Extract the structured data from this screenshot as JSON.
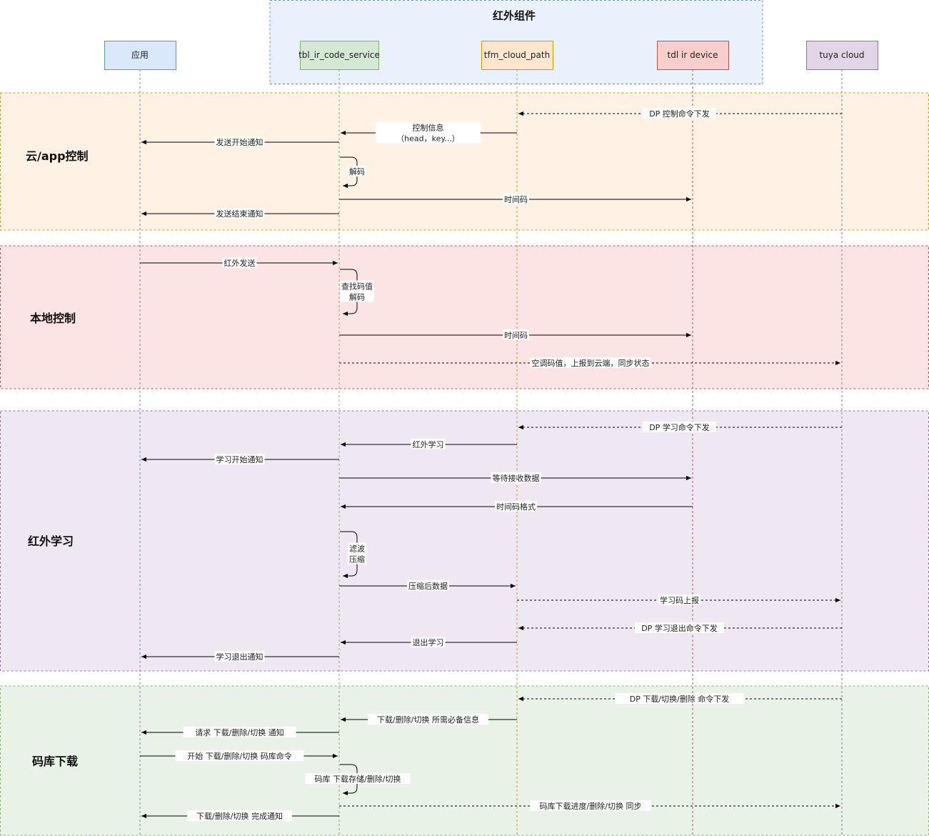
{
  "group": {
    "title": "红外组件",
    "fill": "#dae8fc",
    "stroke": "#6c8ebf"
  },
  "participants": [
    {
      "id": "app",
      "label": "应用",
      "fill": "#dae8fc",
      "stroke": "#6c8ebf"
    },
    {
      "id": "svc",
      "label": "tbl_ir_code_service",
      "fill": "#d5e8d4",
      "stroke": "#82b366"
    },
    {
      "id": "cloudp",
      "label": "tfm_cloud_path",
      "fill": "#ffe6cc",
      "stroke": "#d79b00"
    },
    {
      "id": "dev",
      "label": "tdl ir device",
      "fill": "#f8cecc",
      "stroke": "#b85450"
    },
    {
      "id": "tuya",
      "label": "tuya cloud",
      "fill": "#e1d5e7",
      "stroke": "#9673a6"
    }
  ],
  "sections": [
    {
      "title": "云/app控制",
      "fill": "#ffe6cc",
      "stroke": "#d79b00"
    },
    {
      "title": "本地控制",
      "fill": "#f8cecc",
      "stroke": "#b85450"
    },
    {
      "title": "红外学习",
      "fill": "#e1d5e7",
      "stroke": "#9673a6"
    },
    {
      "title": "码库下载",
      "fill": "#d5e8d4",
      "stroke": "#82b366"
    }
  ],
  "messages": [
    {
      "from": "tuya",
      "to": "cloudp",
      "style": "dashed",
      "label": "DP 控制命令下发"
    },
    {
      "from": "cloudp",
      "to": "svc",
      "style": "solid",
      "label": "控制信息\n（head，key...）"
    },
    {
      "from": "svc",
      "to": "app",
      "style": "solid",
      "label": "发送开始通知"
    },
    {
      "from": "svc",
      "to": "svc",
      "style": "self",
      "label": "解码"
    },
    {
      "from": "svc",
      "to": "dev",
      "style": "solid",
      "label": "时间码"
    },
    {
      "from": "svc",
      "to": "app",
      "style": "solid",
      "label": "发送结束通知"
    },
    {
      "from": "app",
      "to": "svc",
      "style": "solid",
      "label": "红外发送"
    },
    {
      "from": "svc",
      "to": "svc",
      "style": "self",
      "label": "查找码值\n解码"
    },
    {
      "from": "svc",
      "to": "dev",
      "style": "solid",
      "label": "时间码"
    },
    {
      "from": "svc",
      "to": "tuya",
      "style": "dashed",
      "label": "空调码值，上报到云端，同步状态"
    },
    {
      "from": "tuya",
      "to": "cloudp",
      "style": "dashed",
      "label": "DP 学习命令下发"
    },
    {
      "from": "cloudp",
      "to": "svc",
      "style": "solid",
      "label": "红外学习"
    },
    {
      "from": "svc",
      "to": "app",
      "style": "solid",
      "label": "学习开始通知"
    },
    {
      "from": "svc",
      "to": "dev",
      "style": "solid",
      "label": "等待接收数据"
    },
    {
      "from": "dev",
      "to": "svc",
      "style": "solid",
      "label": "时间码格式"
    },
    {
      "from": "svc",
      "to": "svc",
      "style": "self",
      "label": "滤波\n压缩"
    },
    {
      "from": "svc",
      "to": "cloudp",
      "style": "solid",
      "label": "压缩后数据"
    },
    {
      "from": "cloudp",
      "to": "tuya",
      "style": "dashed",
      "label": "学习码上报"
    },
    {
      "from": "tuya",
      "to": "cloudp",
      "style": "dashed",
      "label": "DP 学习退出命令下发"
    },
    {
      "from": "cloudp",
      "to": "svc",
      "style": "solid",
      "label": "退出学习"
    },
    {
      "from": "svc",
      "to": "app",
      "style": "solid",
      "label": "学习退出通知"
    },
    {
      "from": "tuya",
      "to": "cloudp",
      "style": "dashed",
      "label": "DP 下载/切换/删除 命令下发"
    },
    {
      "from": "cloudp",
      "to": "svc",
      "style": "solid",
      "label": "下载/删除/切换 所需必备信息"
    },
    {
      "from": "svc",
      "to": "app",
      "style": "solid",
      "label": "请求 下载/删除/切换 通知"
    },
    {
      "from": "app",
      "to": "svc",
      "style": "solid",
      "label": "开始 下载/删除/切换 码库命令"
    },
    {
      "from": "svc",
      "to": "svc",
      "style": "self",
      "label": "码库 下载存储/删除/切换"
    },
    {
      "from": "svc",
      "to": "tuya",
      "style": "dashed",
      "label": "码库下载进度/删除/切换 同步"
    },
    {
      "from": "svc",
      "to": "app",
      "style": "solid",
      "label": "下载/删除/切换 完成通知"
    }
  ]
}
